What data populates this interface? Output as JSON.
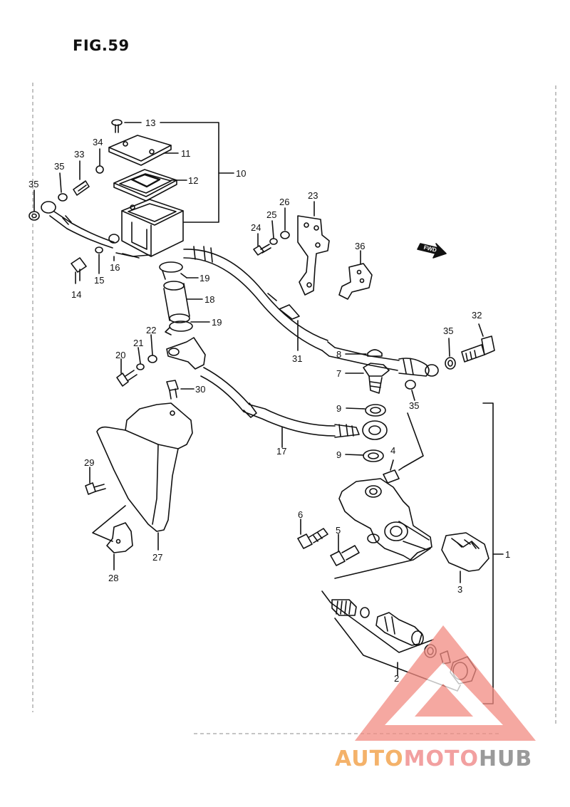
{
  "figure": {
    "title": "FIG.59"
  },
  "fwd_badge": "FWD",
  "labels": [
    {
      "id": "13",
      "text": "13"
    },
    {
      "id": "11",
      "text": "11"
    },
    {
      "id": "34",
      "text": "34"
    },
    {
      "id": "33",
      "text": "33"
    },
    {
      "id": "35a",
      "text": "35"
    },
    {
      "id": "35b",
      "text": "35"
    },
    {
      "id": "12",
      "text": "12"
    },
    {
      "id": "10",
      "text": "10"
    },
    {
      "id": "23",
      "text": "23"
    },
    {
      "id": "26",
      "text": "26"
    },
    {
      "id": "25",
      "text": "25"
    },
    {
      "id": "24",
      "text": "24"
    },
    {
      "id": "36",
      "text": "36"
    },
    {
      "id": "16",
      "text": "16"
    },
    {
      "id": "15",
      "text": "15"
    },
    {
      "id": "14",
      "text": "14"
    },
    {
      "id": "19a",
      "text": "19"
    },
    {
      "id": "18",
      "text": "18"
    },
    {
      "id": "19b",
      "text": "19"
    },
    {
      "id": "22",
      "text": "22"
    },
    {
      "id": "21",
      "text": "21"
    },
    {
      "id": "20",
      "text": "20"
    },
    {
      "id": "31",
      "text": "31"
    },
    {
      "id": "32",
      "text": "32"
    },
    {
      "id": "35c",
      "text": "35"
    },
    {
      "id": "8",
      "text": "8"
    },
    {
      "id": "7",
      "text": "7"
    },
    {
      "id": "30",
      "text": "30"
    },
    {
      "id": "35d",
      "text": "35"
    },
    {
      "id": "9a",
      "text": "9"
    },
    {
      "id": "17",
      "text": "17"
    },
    {
      "id": "9b",
      "text": "9"
    },
    {
      "id": "4",
      "text": "4"
    },
    {
      "id": "29",
      "text": "29"
    },
    {
      "id": "6",
      "text": "6"
    },
    {
      "id": "5",
      "text": "5"
    },
    {
      "id": "1",
      "text": "1"
    },
    {
      "id": "27",
      "text": "27"
    },
    {
      "id": "28",
      "text": "28"
    },
    {
      "id": "3",
      "text": "3"
    },
    {
      "id": "2",
      "text": "2"
    }
  ],
  "watermark": {
    "part1": "AUTO",
    "part2": "MOTO",
    "part3": "HUB"
  },
  "colors": {
    "ink": "#111111",
    "watermark_red": "#f28b82",
    "watermark_orange": "#f4b26a",
    "watermark_gray": "#9a9a9a"
  }
}
